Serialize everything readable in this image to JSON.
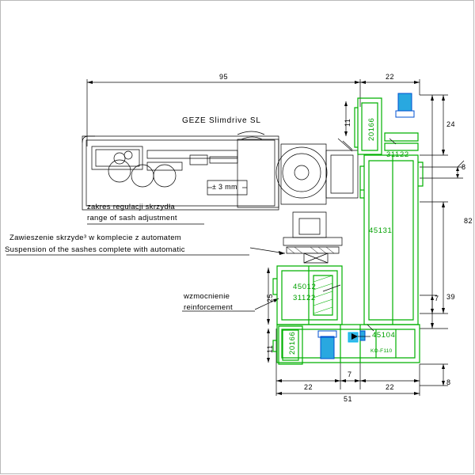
{
  "drawing": {
    "title": "GEZE Slimdrive SL",
    "dimensions": {
      "top_left_width": "95",
      "top_right_width": "22",
      "right_24": "24",
      "right_8_top": "8",
      "right_82": "82",
      "right_39": "39",
      "right_7": "7",
      "right_8_bottom": "8",
      "left_11_top": "11",
      "left_25": "25",
      "left_11_bottom": "11",
      "bottom_22_left": "22",
      "bottom_7": "7",
      "bottom_22_right": "22",
      "bottom_51": "51"
    },
    "profile_codes": {
      "code_20166_top": "20166",
      "code_31122_top": "31122",
      "code_45131": "45131",
      "code_45012": "45012",
      "code_31122_bottom": "31122",
      "code_20166_bottom": "20166",
      "code_45104": "45104",
      "code_small_green": "KO-F110"
    },
    "annotations": {
      "adjust_pl": "zakres regulacji skrzydła",
      "adjust_en": "range of sash adjustment",
      "adjust_value": "± 3 mm",
      "suspension_pl": "Zawieszenie skrzyde³ w komplecie z automatem",
      "suspension_en": "Suspension of the sashes complete with automatic",
      "reinforcement_pl": "wzmocnienie",
      "reinforcement_en": "reinforcement"
    }
  }
}
